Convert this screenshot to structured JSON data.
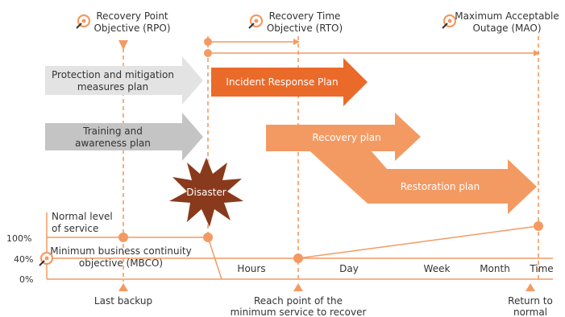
{
  "colors": {
    "orange": "#f39a63",
    "orange_dark": "#ea6a2a",
    "grey": "#c4c4c4",
    "grey_light": "#e3e3e3",
    "disaster": "#8a3a1c",
    "text": "#333333"
  },
  "milestones": {
    "rpo": {
      "icon": "target-icon",
      "line1": "Recovery Point",
      "line2": "Objective (RPO)"
    },
    "rto": {
      "icon": "target-icon",
      "line1": "Recovery Time",
      "line2": "Objective (RTO)"
    },
    "mao": {
      "icon": "target-icon",
      "line1": "Maximum Acceptable",
      "line2": "Outage (MAO)"
    }
  },
  "plans": {
    "protection": {
      "line1": "Protection and mitigation",
      "line2": "measures plan"
    },
    "training": {
      "line1": "Training and",
      "line2": "awareness plan"
    },
    "incident": "Incident Response Plan",
    "recovery": "Recovery plan",
    "restoration": "Restoration plan"
  },
  "disaster": "Disaster",
  "service_levels": {
    "normal": {
      "line1": "Normal level",
      "line2": "of service"
    },
    "mbco": {
      "line1": "Minimum business continuity",
      "line2": "objective (MBCO)"
    }
  },
  "y_ticks": [
    "100%",
    "40%",
    "0%"
  ],
  "time_axis": [
    "Hours",
    "Day",
    "Week",
    "Month",
    "Time"
  ],
  "bottom_labels": {
    "last_backup": "Last backup",
    "reach": {
      "line1": "Reach point of the",
      "line2": "minimum service to recover"
    },
    "return": {
      "line1": "Return to",
      "line2": "normal"
    }
  }
}
